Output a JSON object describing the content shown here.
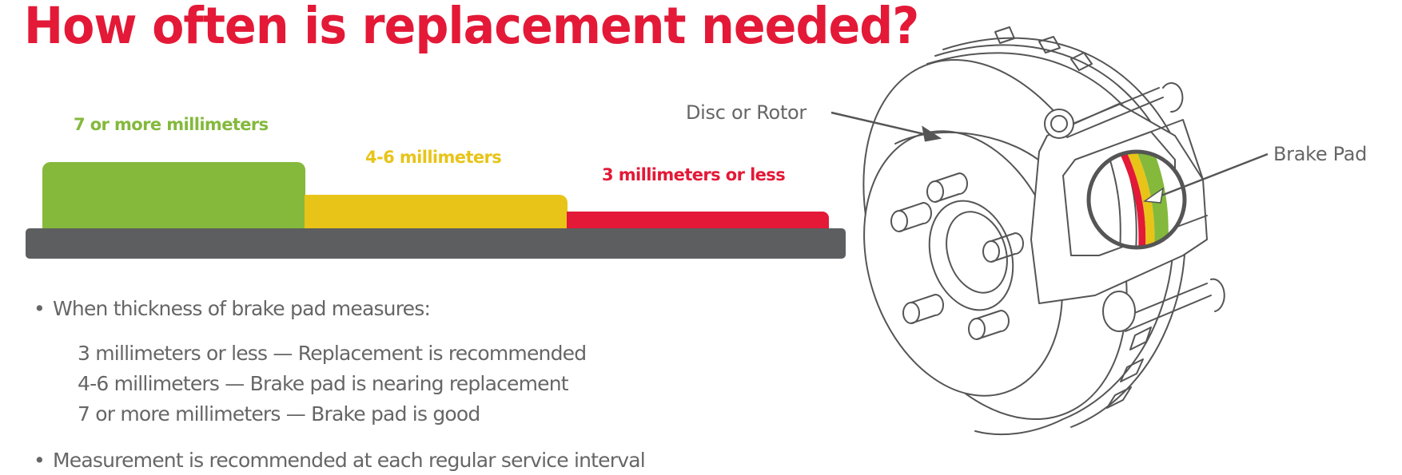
{
  "title": "How often is replacement needed?",
  "colors": {
    "title": "#e31937",
    "good": "#84b93c",
    "nearing": "#e8c418",
    "replace": "#e31937",
    "base": "#5d5e60",
    "body_text": "#666666",
    "line_art": "#555555"
  },
  "levels": [
    {
      "label": "7 or more millimeters",
      "status": "good",
      "color": "#84b93c"
    },
    {
      "label": "4-6 millimeters",
      "status": "nearing",
      "color": "#e8c418"
    },
    {
      "label": "3 millimeters or less",
      "status": "replace",
      "color": "#e31937"
    }
  ],
  "bullets": {
    "intro": "When thickness of brake pad measures:",
    "items": [
      "3 millimeters or less — Replacement is recommended",
      "4-6 millimeters — Brake pad is nearing replacement",
      "7 or more millimeters — Brake pad is good"
    ],
    "note": "Measurement is recommended at each regular service interval",
    "bullet_glyph": "•"
  },
  "diagram": {
    "rotor_label": "Disc or Rotor",
    "pad_label": "Brake Pad"
  }
}
